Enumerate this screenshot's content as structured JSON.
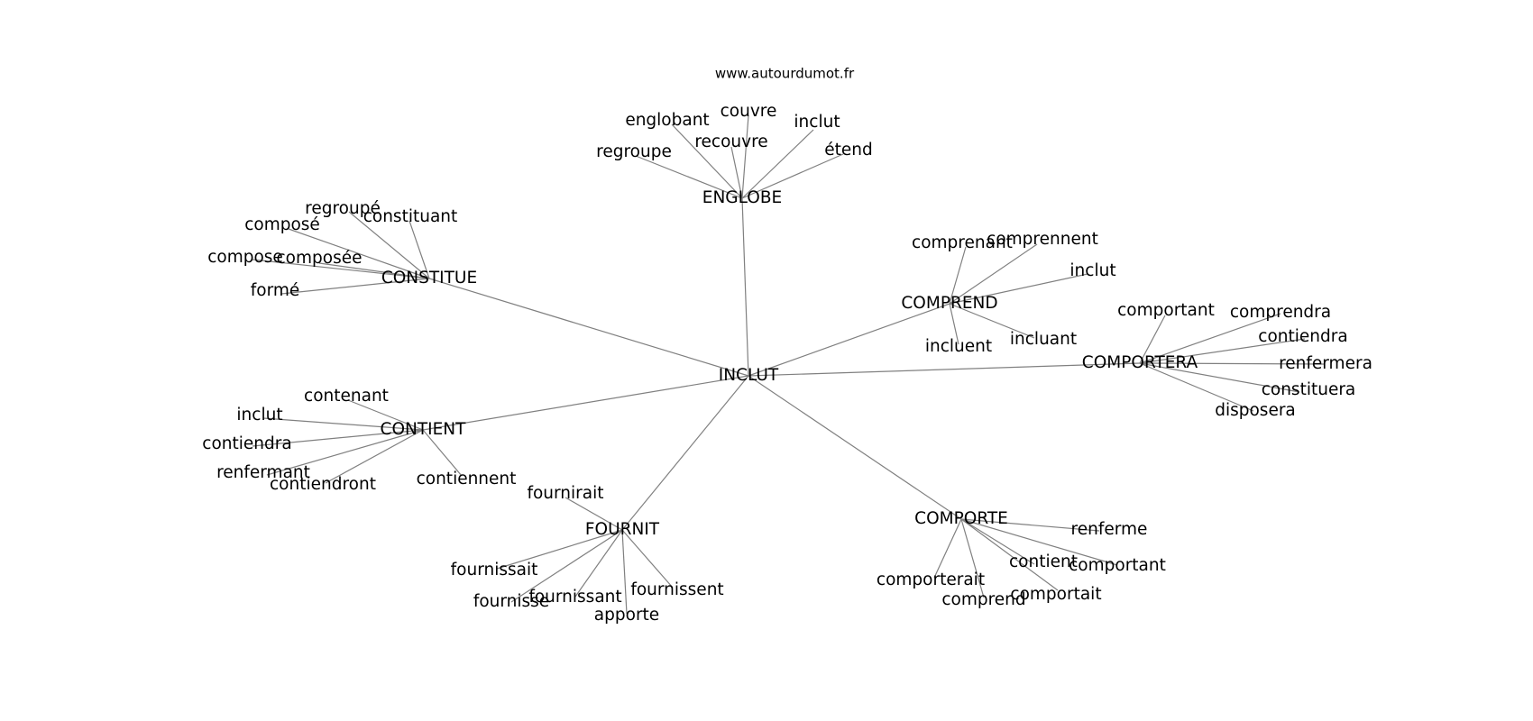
{
  "source": "www.autourdumot.fr",
  "graph": {
    "root": "INCLUT",
    "clusters": [
      {
        "hub": "ENGLOBE",
        "leaves": [
          "couvre",
          "englobant",
          "inclut",
          "recouvre",
          "étend",
          "regroupe"
        ]
      },
      {
        "hub": "CONSTITUE",
        "leaves": [
          "regroupé",
          "constituant",
          "composé",
          "compose",
          "composée",
          "formé"
        ]
      },
      {
        "hub": "COMPREND",
        "leaves": [
          "comprennent",
          "comprenant",
          "inclut",
          "incluent",
          "incluant"
        ]
      },
      {
        "hub": "COMPORTERA",
        "leaves": [
          "comportant",
          "comprendra",
          "contiendra",
          "renfermera",
          "constituera",
          "disposera"
        ]
      },
      {
        "hub": "CONTIENT",
        "leaves": [
          "contenant",
          "inclut",
          "contiendra",
          "renfermant",
          "contiendront",
          "contiennent"
        ]
      },
      {
        "hub": "FOURNIT",
        "leaves": [
          "fournirait",
          "fournissait",
          "fournissant",
          "fournissent",
          "fournisse",
          "apporte"
        ]
      },
      {
        "hub": "COMPORTE",
        "leaves": [
          "renferme",
          "contient",
          "comportant",
          "comporterait",
          "comportait",
          "comprend"
        ]
      }
    ]
  }
}
